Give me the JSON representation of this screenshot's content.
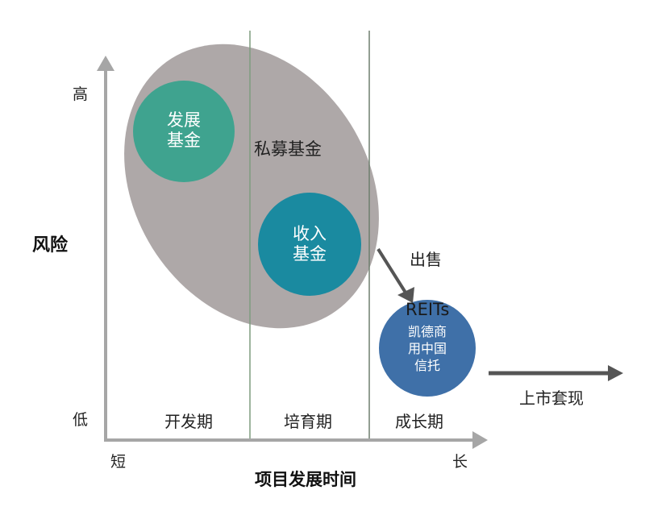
{
  "diagram": {
    "y_axis": {
      "title": "风险",
      "high": "高",
      "low": "低"
    },
    "x_axis": {
      "title": "项目发展时间",
      "short": "短",
      "long": "长"
    },
    "phases": [
      "开发期",
      "培育期",
      "成长期"
    ],
    "ellipse": {
      "label": "私募基金",
      "color": "#aea8a8"
    },
    "circles": [
      {
        "id": "development-fund",
        "lines": [
          "发展",
          "基金"
        ],
        "color": "#3fa38f"
      },
      {
        "id": "income-fund",
        "lines": [
          "收入",
          "基金"
        ],
        "color": "#1a8aa0"
      },
      {
        "id": "reits",
        "title": "REITs",
        "lines": [
          "凯德商",
          "用中国",
          "信托"
        ],
        "color": "#3f70a8"
      }
    ],
    "sell_label": "出售",
    "exit_label": "上市套现",
    "colors": {
      "axis": "#a6a6a6",
      "divider": "#7f9c7f",
      "arrow": "#555555"
    }
  }
}
